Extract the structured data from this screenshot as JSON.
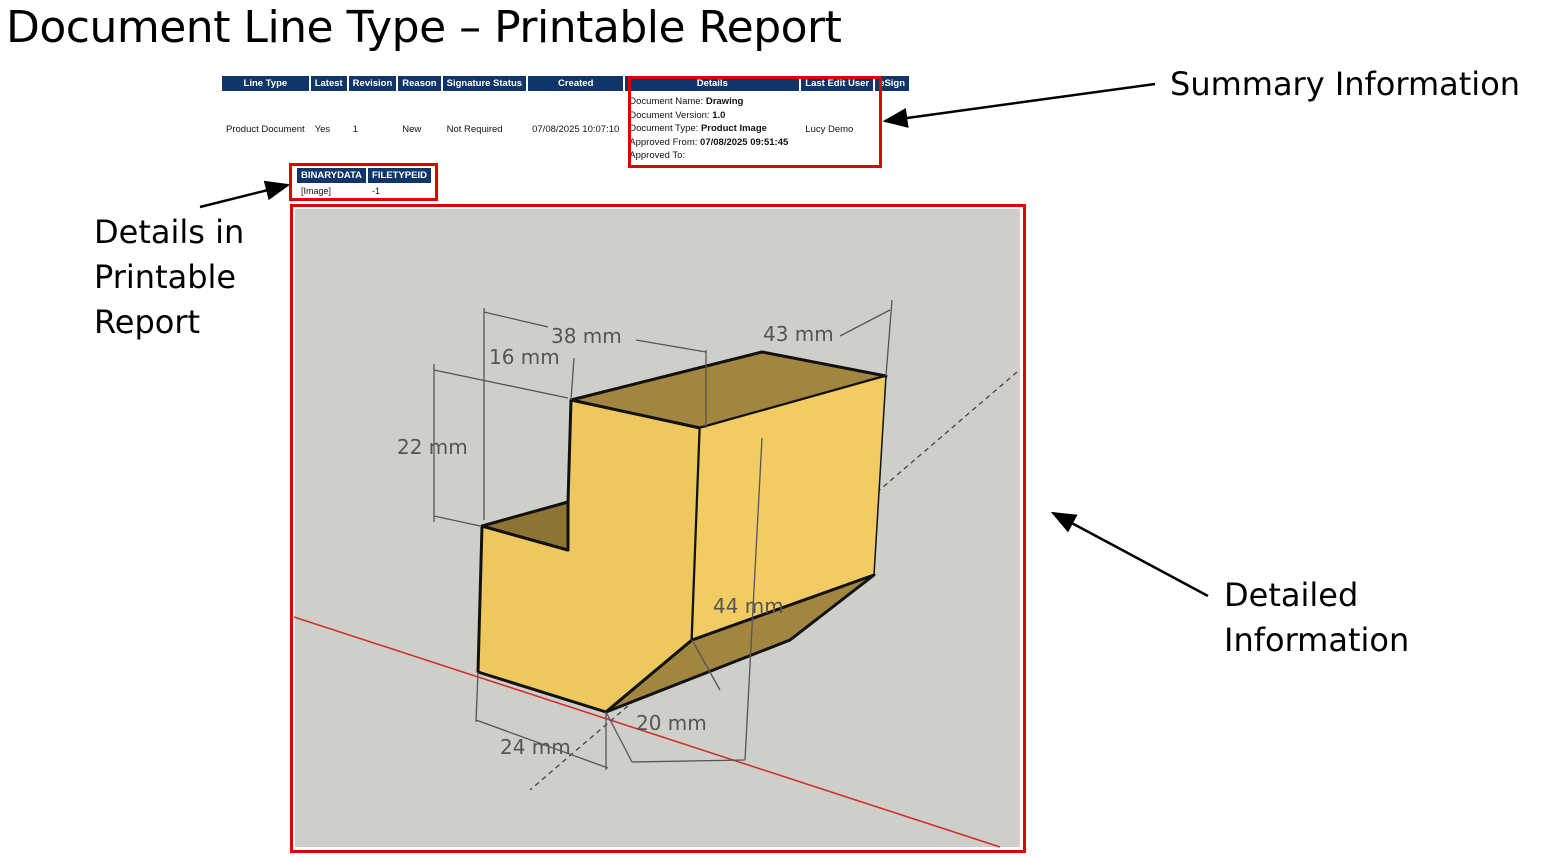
{
  "page_title": "Document Line Type – Printable Report",
  "callouts": {
    "summary": "Summary Information",
    "details_line1": "Details in",
    "details_line2": "Printable",
    "details_line3": "Report",
    "detailed": "Detailed Information"
  },
  "summary_table": {
    "headers": [
      "Line Type",
      "Latest",
      "Revision",
      "Reason",
      "Signature Status",
      "Created",
      "Details",
      "Last Edit User",
      "eSign"
    ],
    "row": {
      "line_type": "Product Document",
      "latest": "Yes",
      "revision": "1",
      "reason": "New",
      "signature_status": "Not Required",
      "created": "07/08/2025 10:07:10",
      "details": {
        "name_label": "Document Name:",
        "name_value": "Drawing",
        "version_label": "Document Version:",
        "version_value": "1.0",
        "type_label": "Document Type:",
        "type_value": "Product Image",
        "approved_from_label": "Approved From:",
        "approved_from_value": "07/08/2025 09:51:45",
        "approved_to_label": "Approved To:"
      },
      "last_edit_user": "Lucy Demo",
      "esign": ""
    }
  },
  "detail_table": {
    "headers": [
      "BINARYDATA",
      "FILETYPEID"
    ],
    "row": [
      "[Image]",
      "-1"
    ]
  },
  "drawing": {
    "dimensions": [
      "38 mm",
      "43 mm",
      "16 mm",
      "22 mm",
      "44 mm",
      "20 mm",
      "24 mm"
    ],
    "colors": {
      "face_light": "#f0c95f",
      "face_dark": "#a2863f",
      "background": "#cfcfca",
      "axis_red": "#d42a2a"
    }
  }
}
